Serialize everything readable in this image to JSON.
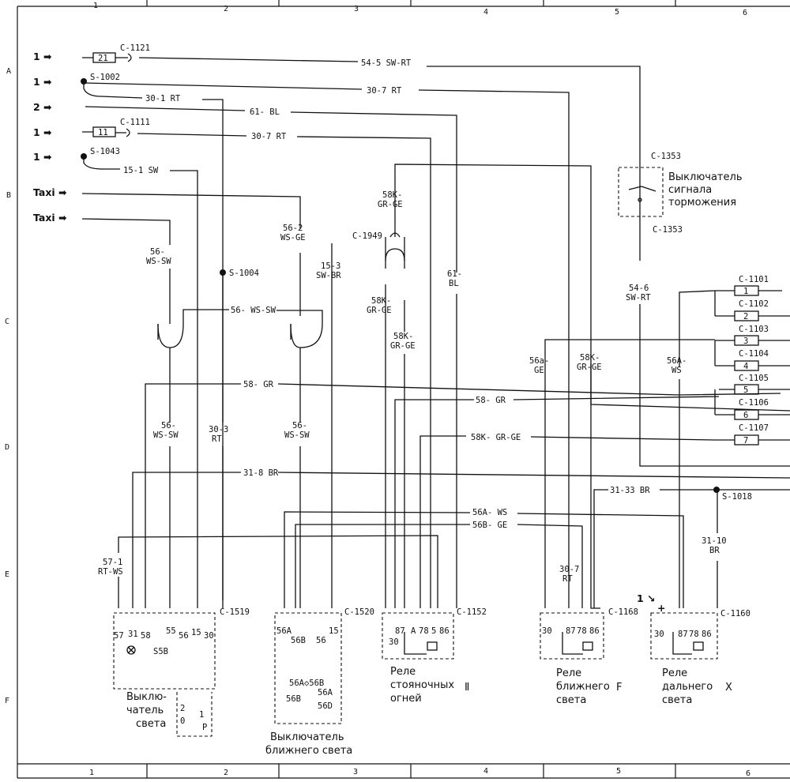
{
  "columns": [
    "1",
    "2",
    "3",
    "4",
    "5",
    "6"
  ],
  "rows": [
    "A",
    "B",
    "C",
    "D",
    "E",
    "F"
  ],
  "inputs": [
    {
      "id": "in1",
      "label": "1 ➡"
    },
    {
      "id": "in2",
      "label": "1 ➡"
    },
    {
      "id": "in3",
      "label": "2 ➡"
    },
    {
      "id": "in4",
      "label": "1 ➡"
    },
    {
      "id": "in5",
      "label": "1 ➡"
    },
    {
      "id": "in6",
      "label": "Taxi ➡"
    },
    {
      "id": "in7",
      "label": "Taxi ➡"
    }
  ],
  "connectors_top": {
    "c1121": "C-1121",
    "s1002": "S-1002",
    "c1111": "C-1111",
    "s1043": "S-1043",
    "s1004": "S-1004",
    "c1949": "C-1949",
    "c1353a": "C-1353",
    "c1353b": "C-1353"
  },
  "fuses": {
    "f21": "21",
    "f11": "11"
  },
  "wires": {
    "w54_5": "54-5 SW-RT",
    "w30_1": "30-1 RT",
    "w30_7a": "30-7 RT",
    "w61": "61- BL",
    "w30_7b": "30-7 RT",
    "w15_1": "15-1 SW",
    "w56_2a": "56-2",
    "w56_2b": "WS-GE",
    "w56a": "56-",
    "w56b": "WS-SW",
    "w15_3a": "15-3",
    "w15_3b": "SW-BR",
    "w58k_a1": "58K-",
    "w58k_a2": "GR-GE",
    "w58k_b1": "58K-",
    "w58k_b2": "GR-GE",
    "w58k_c1": "58K-",
    "w58k_c2": "GR-GE",
    "w61v_a": "61-",
    "w61v_b": "BL",
    "w56ws_h": "56- WS-SW",
    "w58gr_a": "58- GR",
    "w58gr_b": "58- GR",
    "w58k_h": "58K- GR-GE",
    "w56c": "56-",
    "w56d": "WS-SW",
    "w30_3a": "30-3",
    "w30_3b": "RT",
    "w56e": "56-",
    "w56f": "WS-SW",
    "w31_8": "31-8 BR",
    "w56a_ws": "56A- WS",
    "w56b_ge": "56B- GE",
    "w57_1a": "57-1",
    "w57_1b": "RT-WS",
    "w31_33": "31-33 BR",
    "s1018": "S-1018",
    "w31_10a": "31-10",
    "w31_10b": "BR",
    "w54_6a": "54-6",
    "w54_6b": "SW-RT",
    "w56a_ge1": "56a-",
    "w56a_ge2": "GE",
    "w58k_d1": "58K-",
    "w58k_d2": "GR-GE",
    "w56a_ws1": "56A-",
    "w56a_ws2": "WS",
    "w30_7c1": "30-7",
    "w30_7c2": "RT"
  },
  "side_connectors": [
    "C-1101",
    "C-1102",
    "C-1103",
    "C-1104",
    "C-1105",
    "C-1106",
    "C-1107"
  ],
  "side_numbers": [
    "1",
    "2",
    "3",
    "4",
    "5",
    "6",
    "7"
  ],
  "components": {
    "c1519": "C-1519",
    "c1520": "C-1520",
    "c1152": "C-1152",
    "c1168": "C-1168",
    "c1160": "C-1160",
    "pins_1519": [
      "57",
      "31",
      "58",
      "55",
      "56",
      "15",
      "30"
    ],
    "pin_1519_s": "S5B",
    "pins_1520": [
      "56A",
      "56B",
      "56",
      "15"
    ],
    "pins_relay": [
      "87",
      "87",
      "A",
      "78",
      "5",
      "86"
    ],
    "pin30": "30",
    "plus": "+",
    "one_arrow": "1 ↘",
    "switch_pos": [
      "2",
      "1",
      "0",
      "P"
    ],
    "sw_1520_a": "56A◇56B",
    "sw_1520_b": "56B",
    "sw_1520_c": "56A",
    "sw_1520_d": "56D"
  },
  "titles": {
    "brake1": "Выключатель",
    "brake2": "сигнала",
    "brake3": "торможения",
    "light1": "Выклю-",
    "light2": "чатель",
    "light3": "света",
    "low1": "Выключатель",
    "low2": "ближнего света",
    "park1": "Реле",
    "park2": "стояночных",
    "park3": "огней",
    "park_num": "Ⅱ",
    "lowr1": "Реле",
    "lowr2": "ближнего",
    "lowr3": "света",
    "lowr_num": "F",
    "high1": "Реле",
    "high2": "дальнего",
    "high3": "света",
    "high_num": "Ⅹ"
  }
}
